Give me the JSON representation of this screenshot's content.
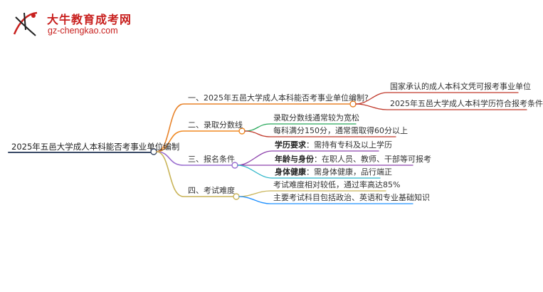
{
  "brand": {
    "logo_glyph": "大牛",
    "title": "大牛教育成考网",
    "url": "gz-chengkao.com",
    "color": "#c8201e"
  },
  "mindmap": {
    "root": "2025年五邑大学成人本科能否考事业单位编制",
    "branches": [
      {
        "label": "一、2025年五邑大学成人本科能否考事业单位编制?",
        "color": "#e8832a",
        "children": [
          {
            "text": "国家承认的成人本科文凭可报考事业单位",
            "color": "#c0392b"
          },
          {
            "text": "2025年五邑大学成人本科学历符合报考条件",
            "color": "#c0392b"
          }
        ]
      },
      {
        "label": "二、录取分数线",
        "color": "#f08a24",
        "children": [
          {
            "text": "录取分数线通常较为宽松",
            "color": "#27a85a"
          },
          {
            "text": "每科满分150分，通常需取得60分以上",
            "color": "#c0392b"
          }
        ]
      },
      {
        "label": "三、报名条件",
        "color": "#9b6fd0",
        "children": [
          {
            "title": "学历要求",
            "text": "需持有专科及以上学历",
            "color": "#8e44ad"
          },
          {
            "title": "年龄与身份",
            "text": "在职人员、教师、干部等可报考",
            "color": "#8e44ad"
          },
          {
            "title": "身体健康",
            "text": "需身体健康，品行端正",
            "color": "#2bb5c8"
          }
        ]
      },
      {
        "label": "四、考试难度",
        "color": "#c9b458",
        "children": [
          {
            "text": "考试难度相对较低，通过率高达85%",
            "color": "#c9b458"
          },
          {
            "text": "主要考试科目包括政治、英语和专业基础知识",
            "color": "#1e90ff"
          }
        ]
      }
    ]
  },
  "colors": {
    "root_line": "#3a4a66",
    "node_fill": "#ffffff"
  }
}
